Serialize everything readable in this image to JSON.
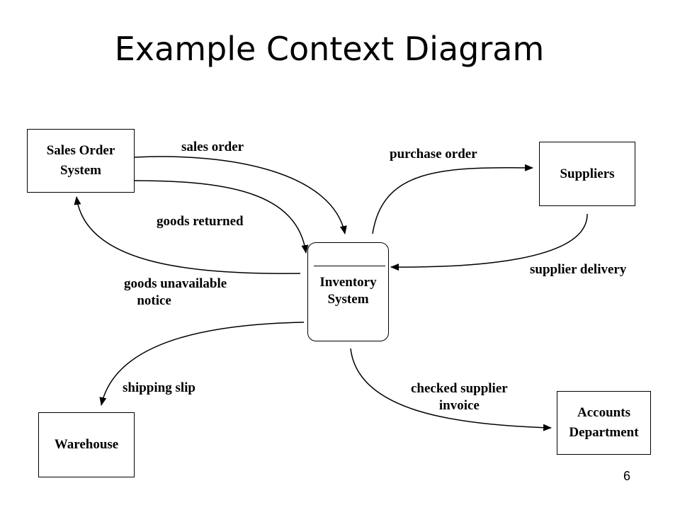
{
  "title": "Example Context Diagram",
  "process": {
    "label_line1": "Inventory",
    "label_line2": "System"
  },
  "entities": {
    "sales_order_system": {
      "line1": "Sales Order",
      "line2": "System"
    },
    "suppliers": {
      "label": "Suppliers"
    },
    "warehouse": {
      "label": "Warehouse"
    },
    "accounts_department": {
      "line1": "Accounts",
      "line2": "Department"
    }
  },
  "flows": {
    "sales_order": "sales order",
    "goods_returned": "goods returned",
    "goods_unavailable_line1": "goods unavailable",
    "goods_unavailable_line2": "notice",
    "purchase_order": "purchase order",
    "supplier_delivery": "supplier delivery",
    "shipping_slip": "shipping slip",
    "checked_invoice_line1": "checked supplier",
    "checked_invoice_line2": "invoice"
  },
  "page_number": "6"
}
